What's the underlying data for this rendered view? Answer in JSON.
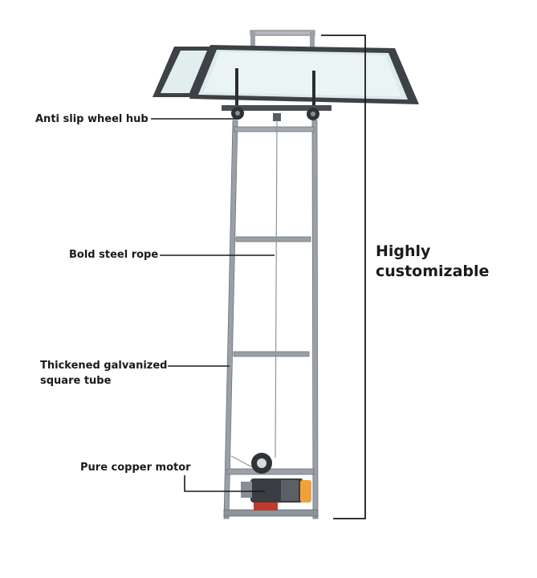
{
  "callouts": {
    "wheel_hub": "Anti slip wheel hub",
    "steel_rope": "Bold steel rope",
    "tube_line1": "Thickened galvanized",
    "tube_line2": "square tube",
    "motor": "Pure copper motor"
  },
  "bracket_label": {
    "line1": "Highly",
    "line2": "customizable"
  },
  "colors": {
    "text": "#1a1a1a",
    "steel": "#8f949c",
    "motor": "#f0a23a",
    "glass": "#dfeeee"
  }
}
